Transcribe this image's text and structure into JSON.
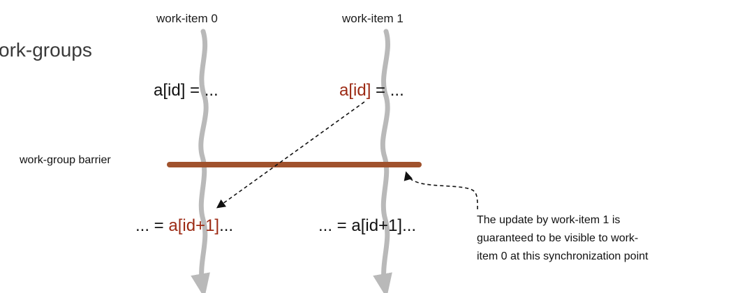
{
  "heading_fragment": "ork-groups",
  "columns": [
    {
      "label": "work-item 0",
      "write_expr": {
        "plain": "a[id] = ..."
      },
      "read_expr": {
        "prefix": "... = ",
        "highlight": "a[id+1]",
        "suffix": "..."
      }
    },
    {
      "label": "work-item 1",
      "write_expr": {
        "highlight": "a[id]",
        "suffix": " = ..."
      },
      "read_expr": {
        "plain": "... = a[id+1]..."
      }
    }
  ],
  "barrier": {
    "label": "work-group barrier",
    "color": "#a0522d"
  },
  "note": {
    "lines": [
      "The update by work-item 1 is",
      "guaranteed  to be visible to work-",
      "item 0 at this synchronization point"
    ]
  },
  "colors": {
    "thread_line": "#b9b9b9",
    "highlight_text": "#9c2a14",
    "arrow": "#111111"
  }
}
